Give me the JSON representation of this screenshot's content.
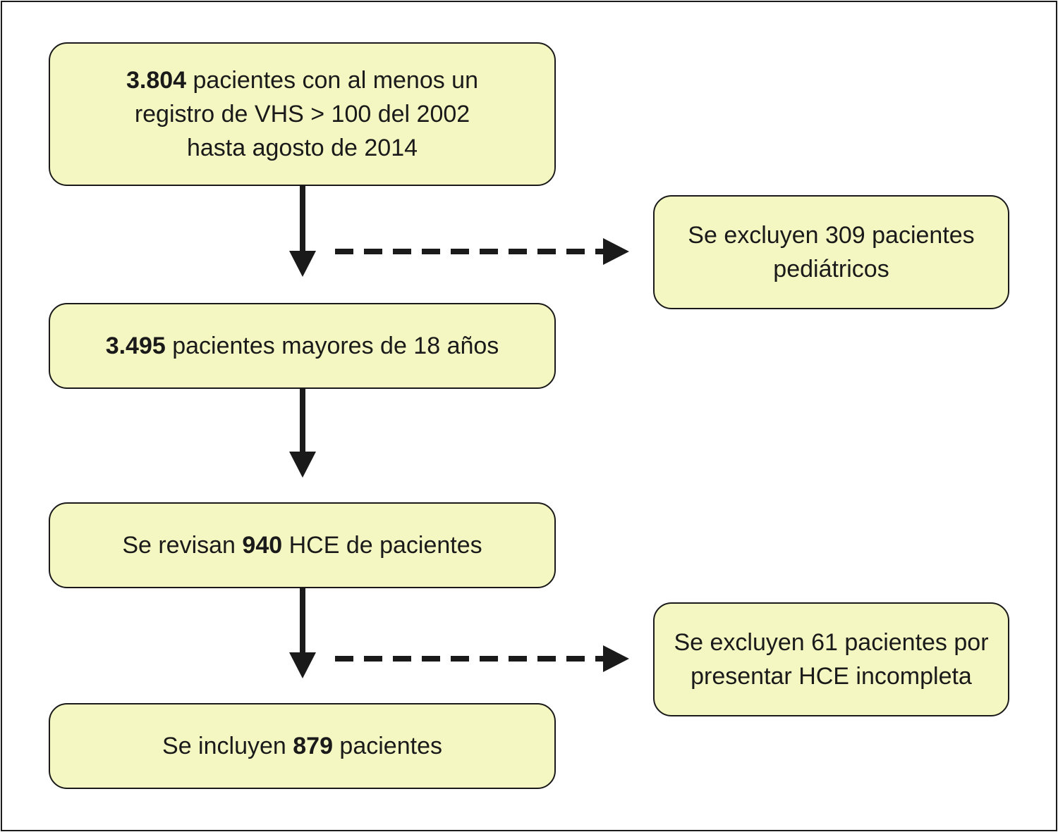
{
  "colors": {
    "box_fill": "#f5f7c2",
    "stroke": "#1a1a1a",
    "background": "#ffffff"
  },
  "nodes": {
    "n1": {
      "bold": "3.804",
      "rest_line1": " pacientes con al menos un",
      "line2": "registro de VHS > 100 del 2002",
      "line3": "hasta agosto de 2014"
    },
    "exclude1": {
      "line1": "Se excluyen 309 pacientes",
      "line2": "pediátricos"
    },
    "n2": {
      "bold": "3.495",
      "rest": " pacientes mayores de 18 años"
    },
    "n3": {
      "pre": "Se revisan ",
      "bold": "940",
      "post": " HCE de pacientes"
    },
    "exclude2": {
      "line1": "Se excluyen 61 pacientes por",
      "line2": "presentar HCE incompleta"
    },
    "n4": {
      "pre": "Se incluyen ",
      "bold": "879",
      "post": " pacientes"
    }
  },
  "edges": [
    {
      "from": "n1",
      "to": "n2",
      "style": "solid"
    },
    {
      "from": "n1",
      "to": "exclude1",
      "style": "dashed"
    },
    {
      "from": "n2",
      "to": "n3",
      "style": "solid"
    },
    {
      "from": "n3",
      "to": "n4",
      "style": "solid"
    },
    {
      "from": "n3",
      "to": "exclude2",
      "style": "dashed"
    }
  ]
}
